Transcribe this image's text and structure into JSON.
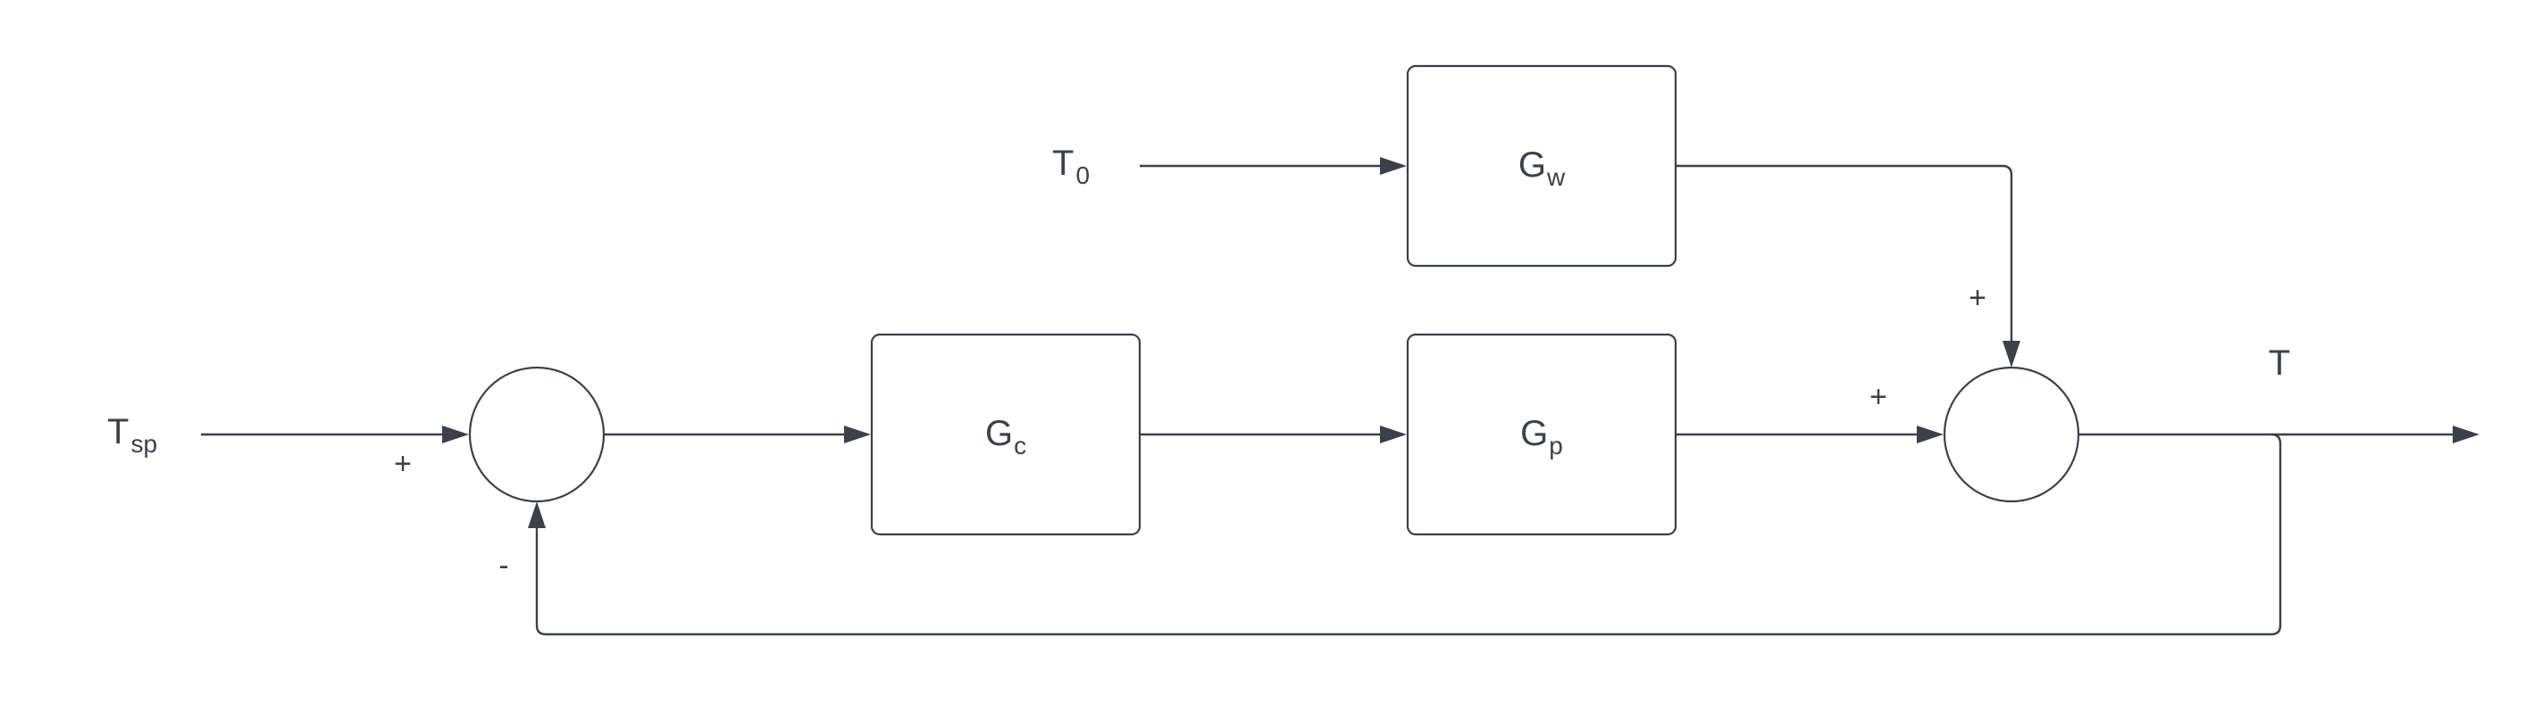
{
  "inputs": {
    "setpoint": {
      "main": "T",
      "sub": "sp"
    },
    "disturbance": {
      "main": "T",
      "sub": "0"
    }
  },
  "blocks": {
    "controller": {
      "main": "G",
      "sub": "c"
    },
    "process": {
      "main": "G",
      "sub": "p"
    },
    "disturbance": {
      "main": "G",
      "sub": "w"
    }
  },
  "output": {
    "label": "T"
  },
  "signs": {
    "setpoint_plus": "+",
    "feedback_minus": "-",
    "process_plus": "+",
    "disturbance_plus": "+"
  },
  "colors": {
    "stroke": "#3a414a",
    "background": "#ffffff"
  }
}
